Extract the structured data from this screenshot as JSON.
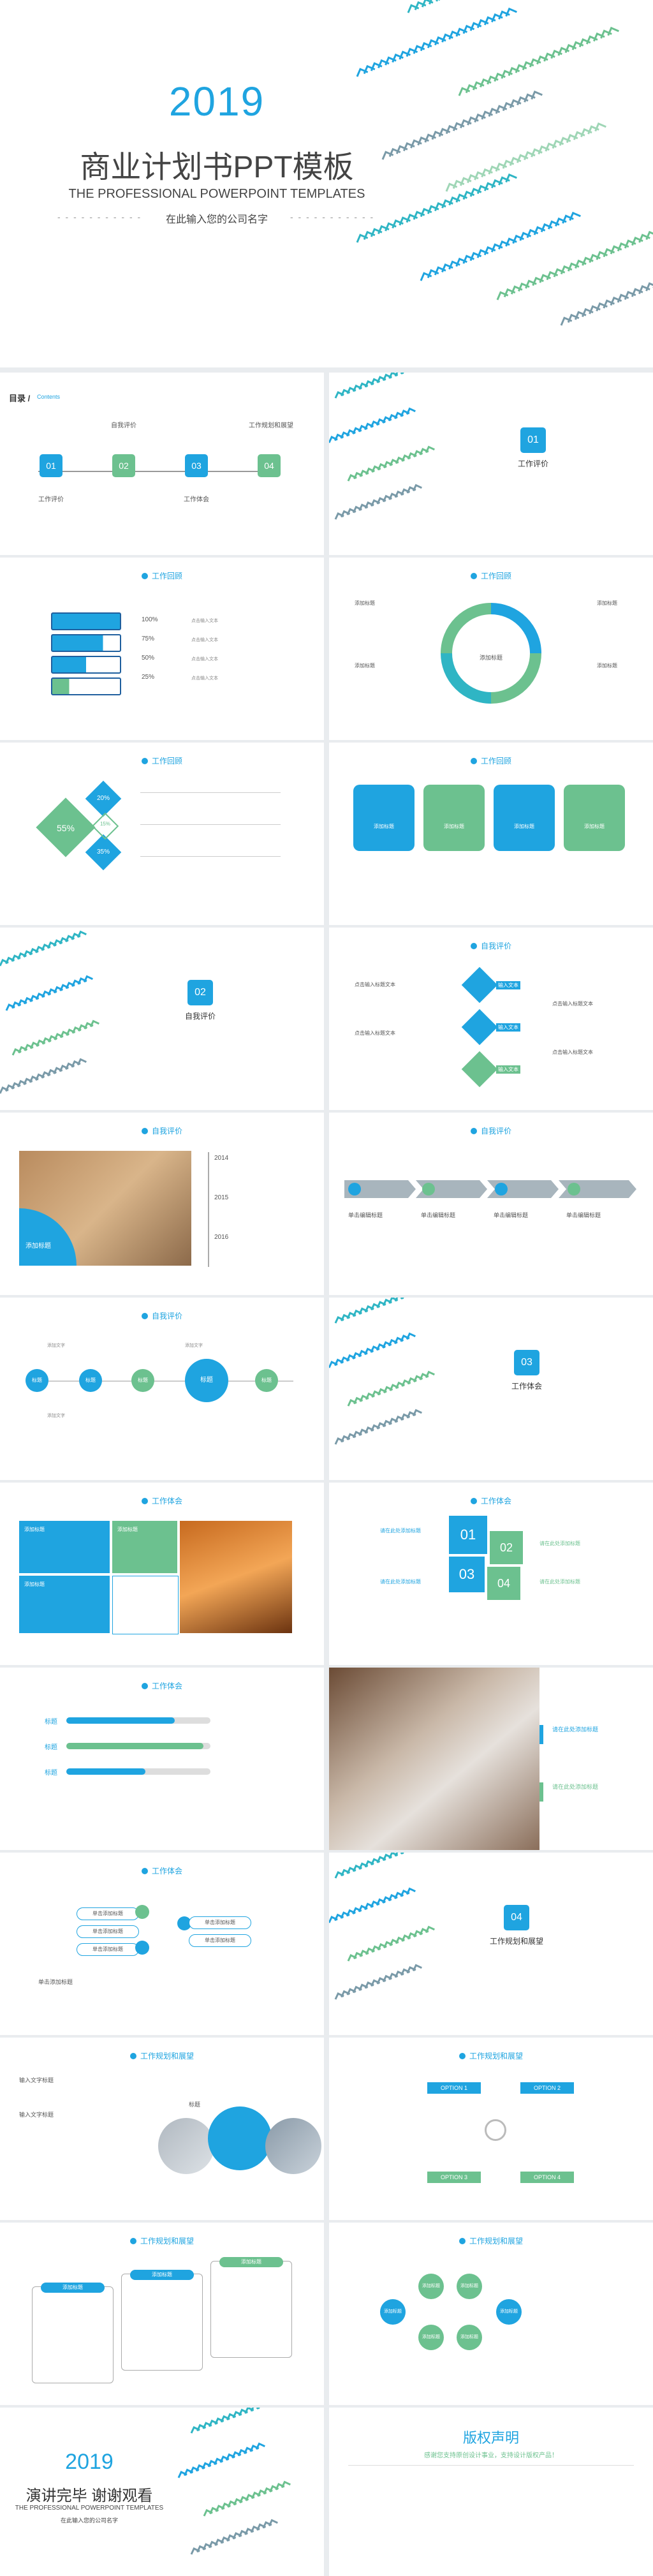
{
  "cover": {
    "year": "2019",
    "title": "商业计划书PPT模板",
    "subtitle": "THE PROFESSIONAL POWERPOINT TEMPLATES",
    "company": "在此输入您的公司名字"
  },
  "toc": {
    "title": "目录 /",
    "title_en": "Contents",
    "items": [
      {
        "num": "01",
        "label": "工作评价"
      },
      {
        "num": "02",
        "label": "自我评价"
      },
      {
        "num": "03",
        "label": "工作体会"
      },
      {
        "num": "04",
        "label": "工作规划和展望"
      }
    ]
  },
  "section1": {
    "num": "01",
    "title": "工作评价"
  },
  "section2": {
    "num": "02",
    "title": "自我评价"
  },
  "section3": {
    "num": "03",
    "title": "工作体会"
  },
  "section4": {
    "num": "04",
    "title": "工作规划和展望"
  },
  "headers": {
    "work_eval": "工作回顾",
    "self_eval": "自我评价",
    "work_exp": "工作体会",
    "plan": "工作规划和展望"
  },
  "progress": {
    "percents": [
      "100%",
      "75%",
      "50%",
      "25%"
    ],
    "item_text": "点击输入文本"
  },
  "cycle": {
    "center": "添加标题",
    "label": "添加标题"
  },
  "diamond": {
    "values": [
      "55%",
      "20%",
      "35%",
      "15%"
    ]
  },
  "cards": {
    "label": "添加标题"
  },
  "self": {
    "input": "输入文本",
    "click": "点击输入标题文本"
  },
  "timeline": {
    "years": [
      "2014",
      "2015",
      "2016"
    ],
    "photo_label": "添加标题"
  },
  "arrows": {
    "label": "单击编辑标题"
  },
  "flow": {
    "nodes": [
      "标题",
      "标题",
      "标题",
      "标题",
      "标题"
    ],
    "text": "添加文字"
  },
  "exp": {
    "grid": [
      "添加标题",
      "添加标题",
      "添加标题"
    ],
    "nums": [
      "01",
      "02",
      "03",
      "04"
    ],
    "tag": "请在此处添加标题"
  },
  "bars": {
    "labels": [
      "标题",
      "标题",
      "标题"
    ],
    "values": [
      0.75,
      0.95,
      0.55
    ]
  },
  "laptop": {
    "tag1": "请在此处添加标题",
    "tag2": "请在此处添加标题"
  },
  "branches": {
    "label": "单击添加标题",
    "bottom": "单击添加标题"
  },
  "plan": {
    "options": [
      "OPTION 1",
      "OPTION 2",
      "OPTION 3",
      "OPTION 4"
    ],
    "labels": [
      "输入文字标题",
      "输入文字标题",
      "标题"
    ],
    "add": "添加标题"
  },
  "hex": {
    "label": "添加标题"
  },
  "end": {
    "year": "2019",
    "title": "演讲完毕  谢谢观看",
    "subtitle": "THE PROFESSIONAL POWERPOINT TEMPLATES",
    "company": "在此输入您的公司名字",
    "copyright": "版权声明",
    "thanks": "感谢您支持原创设计事业，支持设计版权产品！"
  },
  "colors": {
    "blue": "#1fa4e0",
    "green": "#6cc18f",
    "teal": "#2fb5c4",
    "gray": "#a8b5bd"
  }
}
